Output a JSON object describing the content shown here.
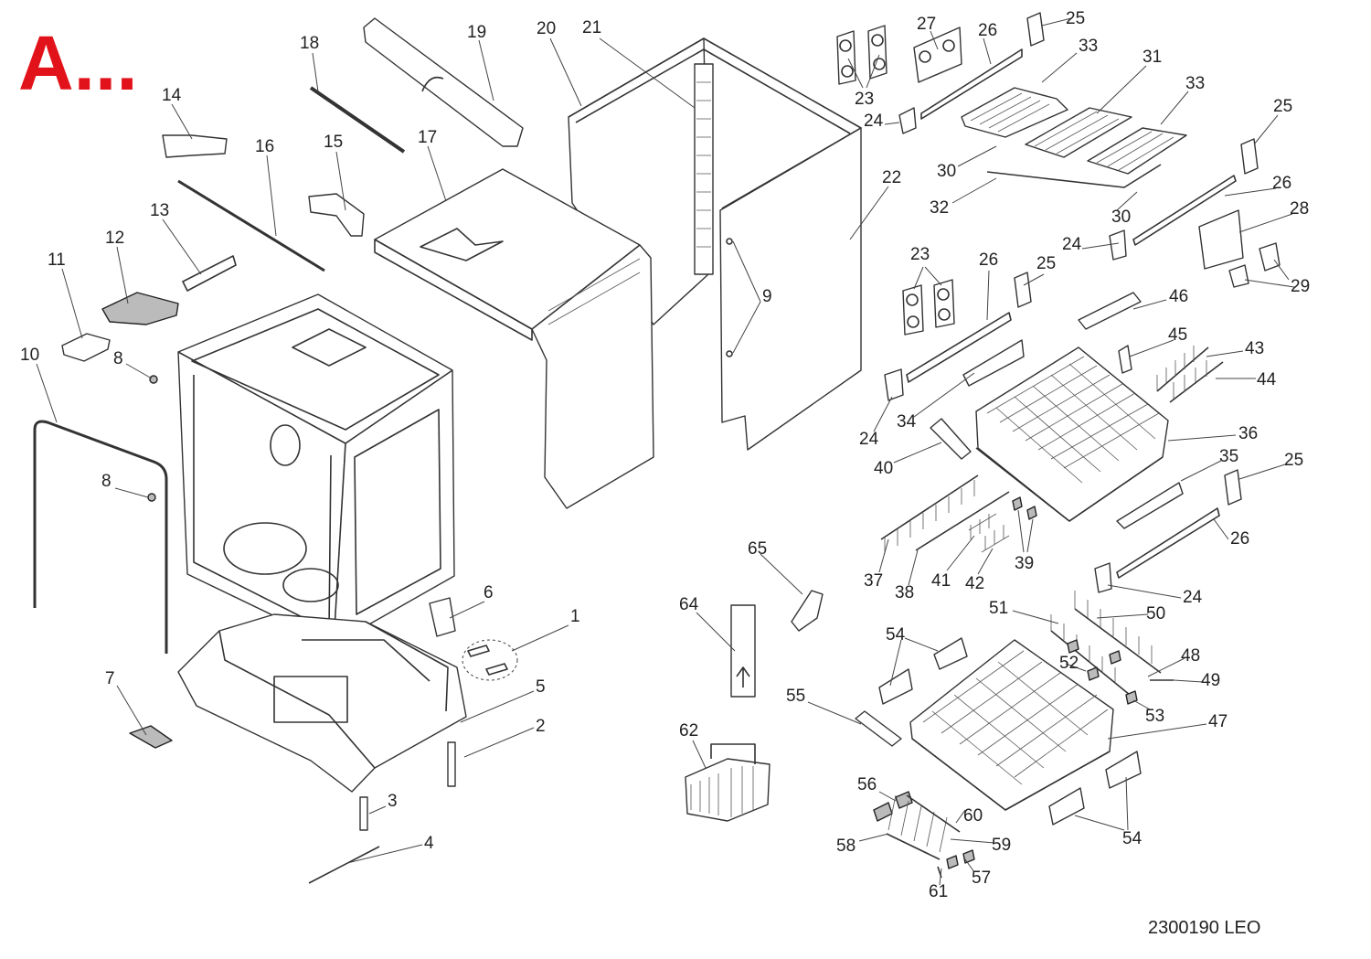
{
  "diagram": {
    "title": "A...",
    "code": "2300190 LEO",
    "colors": {
      "title": "#e2121b",
      "lines": "#333333",
      "background": "#ffffff"
    },
    "labels": [
      {
        "t": "1"
      },
      {
        "t": "2"
      },
      {
        "t": "3"
      },
      {
        "t": "4"
      },
      {
        "t": "5"
      },
      {
        "t": "6"
      },
      {
        "t": "7"
      },
      {
        "t": "8"
      },
      {
        "t": "8"
      },
      {
        "t": "9"
      },
      {
        "t": "10"
      },
      {
        "t": "11"
      },
      {
        "t": "12"
      },
      {
        "t": "13"
      },
      {
        "t": "14"
      },
      {
        "t": "15"
      },
      {
        "t": "16"
      },
      {
        "t": "17"
      },
      {
        "t": "18"
      },
      {
        "t": "19"
      },
      {
        "t": "20"
      },
      {
        "t": "21"
      },
      {
        "t": "22"
      },
      {
        "t": "23"
      },
      {
        "t": "23"
      },
      {
        "t": "24"
      },
      {
        "t": "24"
      },
      {
        "t": "24"
      },
      {
        "t": "24"
      },
      {
        "t": "24"
      },
      {
        "t": "25"
      },
      {
        "t": "25"
      },
      {
        "t": "25"
      },
      {
        "t": "25"
      },
      {
        "t": "26"
      },
      {
        "t": "26"
      },
      {
        "t": "26"
      },
      {
        "t": "26"
      },
      {
        "t": "27"
      },
      {
        "t": "28"
      },
      {
        "t": "29"
      },
      {
        "t": "30"
      },
      {
        "t": "30"
      },
      {
        "t": "31"
      },
      {
        "t": "32"
      },
      {
        "t": "33"
      },
      {
        "t": "33"
      },
      {
        "t": "34"
      },
      {
        "t": "35"
      },
      {
        "t": "36"
      },
      {
        "t": "37"
      },
      {
        "t": "38"
      },
      {
        "t": "39"
      },
      {
        "t": "40"
      },
      {
        "t": "41"
      },
      {
        "t": "42"
      },
      {
        "t": "43"
      },
      {
        "t": "44"
      },
      {
        "t": "45"
      },
      {
        "t": "46"
      },
      {
        "t": "47"
      },
      {
        "t": "48"
      },
      {
        "t": "49"
      },
      {
        "t": "50"
      },
      {
        "t": "51"
      },
      {
        "t": "52"
      },
      {
        "t": "53"
      },
      {
        "t": "54"
      },
      {
        "t": "54"
      },
      {
        "t": "55"
      },
      {
        "t": "56"
      },
      {
        "t": "57"
      },
      {
        "t": "58"
      },
      {
        "t": "59"
      },
      {
        "t": "60"
      },
      {
        "t": "61"
      },
      {
        "t": "62"
      },
      {
        "t": "64"
      },
      {
        "t": "65"
      }
    ]
  }
}
